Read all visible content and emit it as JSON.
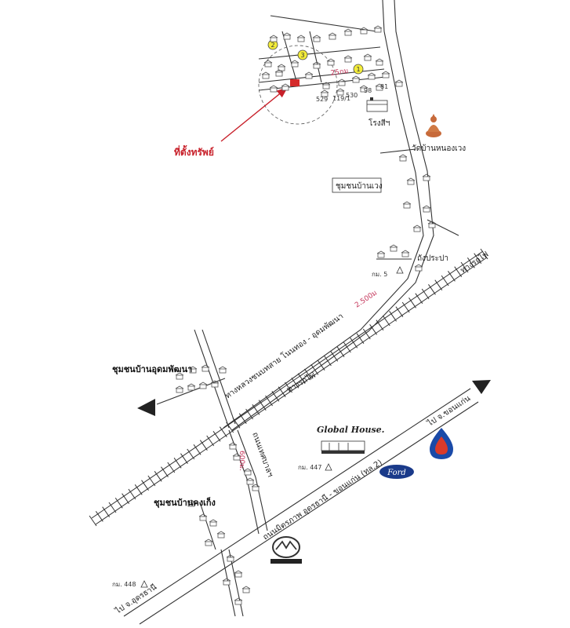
{
  "labels": {
    "property_location": "ที่ตั้งทรัพย์",
    "distance_near": "25กม",
    "house_numbers": [
      "529",
      "119/1",
      "530",
      "98",
      "81"
    ],
    "factory": "โรงสีฯ",
    "temple": "วัดบ้านหนองเวง",
    "community_nongweng": "ชุมชนบ้านเวง",
    "water_tank": "ถังประปา",
    "km5": "กม. 5",
    "railway": "ทางรถไฟ",
    "distance_2500": "2.500ม",
    "highway": "ทางหลวงชนบทสาย โนนทอง - อุดมพัฒนา",
    "community_udom": "ชุมชนบ้านอุดมพัฒนา",
    "railway_2": "ทางรถไฟ",
    "road_local": "ถนนเทศบาลฯ",
    "distance_600": "600ม.",
    "community_khongkeng": "ชุมชนบ้านคงเก็ง",
    "global_house": "Global House.",
    "km447": "กม. 447",
    "ford": "Ford",
    "to_khonkaen": "ไป จ.ขอนแก่น",
    "main_road": "ถนนมิตรภาพ อุดรธานี - ขอนแก่น (ทล.2)",
    "km448": "กม. 448",
    "to_udon": "ไป จ.อุดรธานี"
  },
  "markers": [
    "1",
    "2",
    "3"
  ],
  "colors": {
    "property": "#d42a2a",
    "arrow": "#c8202a",
    "marker_fill": "#f3ec3a",
    "ptt_blue": "#1a4aa8",
    "ptt_red": "#d93a2a"
  },
  "icons": [
    "temple-buddha-icon",
    "factory-icon",
    "ptt-logo-icon",
    "ford-logo-icon",
    "mazda-logo-icon",
    "globalhouse-building-icon"
  ]
}
